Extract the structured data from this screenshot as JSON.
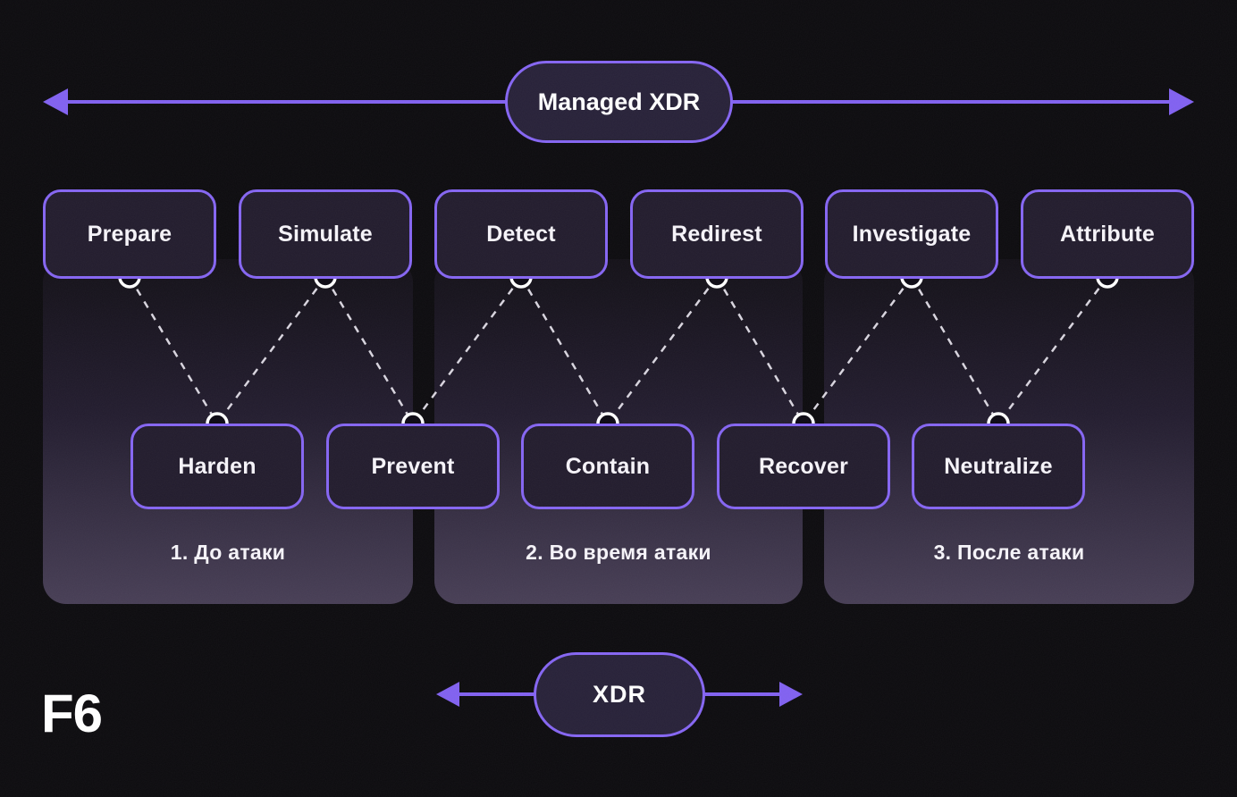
{
  "top_banner": {
    "label": "Managed XDR"
  },
  "bottom_banner": {
    "label": "XDR"
  },
  "logo": {
    "label": "F6"
  },
  "top_nodes": [
    {
      "label": "Prepare"
    },
    {
      "label": "Simulate"
    },
    {
      "label": "Detect"
    },
    {
      "label": "Redirest"
    },
    {
      "label": "Investigate"
    },
    {
      "label": "Attribute"
    }
  ],
  "bottom_nodes": [
    {
      "label": "Harden"
    },
    {
      "label": "Prevent"
    },
    {
      "label": "Contain"
    },
    {
      "label": "Recover"
    },
    {
      "label": "Neutralize"
    }
  ],
  "phases": [
    {
      "label": "1. До атаки"
    },
    {
      "label": "2. Во время атаки"
    },
    {
      "label": "3. После атаки"
    }
  ],
  "connections": [
    {
      "from": "Prepare",
      "to": "Harden"
    },
    {
      "from": "Simulate",
      "to": "Harden"
    },
    {
      "from": "Simulate",
      "to": "Prevent"
    },
    {
      "from": "Detect",
      "to": "Prevent"
    },
    {
      "from": "Detect",
      "to": "Contain"
    },
    {
      "from": "Redirest",
      "to": "Contain"
    },
    {
      "from": "Redirest",
      "to": "Recover"
    },
    {
      "from": "Investigate",
      "to": "Recover"
    },
    {
      "from": "Investigate",
      "to": "Neutralize"
    },
    {
      "from": "Attribute",
      "to": "Neutralize"
    }
  ],
  "colors": {
    "accent": "#8565f2",
    "node_fill": "#221c2d",
    "dashed_line": "#d8d5de",
    "dot_fill": "#0c0913",
    "text": "#f6f4f9",
    "background": "#0c0b0e"
  }
}
